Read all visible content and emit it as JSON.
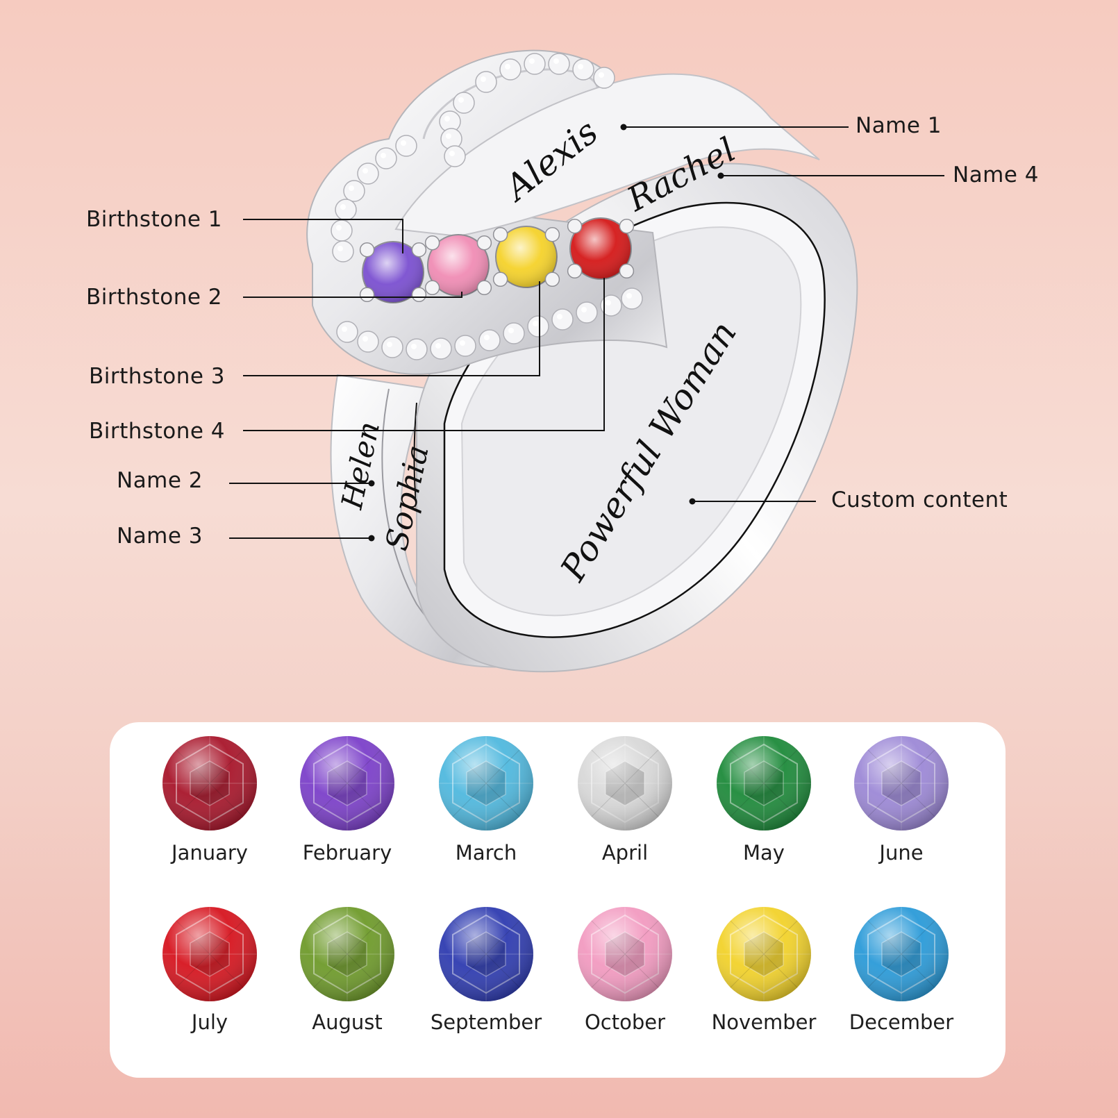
{
  "ring": {
    "engravings": {
      "name_1": "Alexis",
      "name_2": "Helen",
      "name_3": "Sophia",
      "name_4": "Rachel",
      "custom": "Powerful Woman"
    },
    "setting_stones": [
      {
        "color": "#7a4fd0"
      },
      {
        "color": "#f08cb4"
      },
      {
        "color": "#f5d22a"
      },
      {
        "color": "#d41818"
      }
    ]
  },
  "callouts": {
    "birthstone_1": "Birthstone 1",
    "birthstone_2": "Birthstone 2",
    "birthstone_3": "Birthstone 3",
    "birthstone_4": "Birthstone 4",
    "name_1": "Name 1",
    "name_2": "Name  2",
    "name_3": "Name 3",
    "name_4": "Name 4",
    "custom_content": "Custom content"
  },
  "birthstone_chart": [
    {
      "month": "January",
      "color": "#a8152a"
    },
    {
      "month": "February",
      "color": "#7b3fc9"
    },
    {
      "month": "March",
      "color": "#4fb8de"
    },
    {
      "month": "April",
      "color": "#d8d8d8"
    },
    {
      "month": "May",
      "color": "#1d8a3a"
    },
    {
      "month": "June",
      "color": "#9c88d6"
    },
    {
      "month": "July",
      "color": "#d6141e"
    },
    {
      "month": "August",
      "color": "#6e9a2a"
    },
    {
      "month": "September",
      "color": "#2e3bb0"
    },
    {
      "month": "October",
      "color": "#f29ac0"
    },
    {
      "month": "November",
      "color": "#f2d22a"
    },
    {
      "month": "December",
      "color": "#2a9ad8"
    }
  ]
}
